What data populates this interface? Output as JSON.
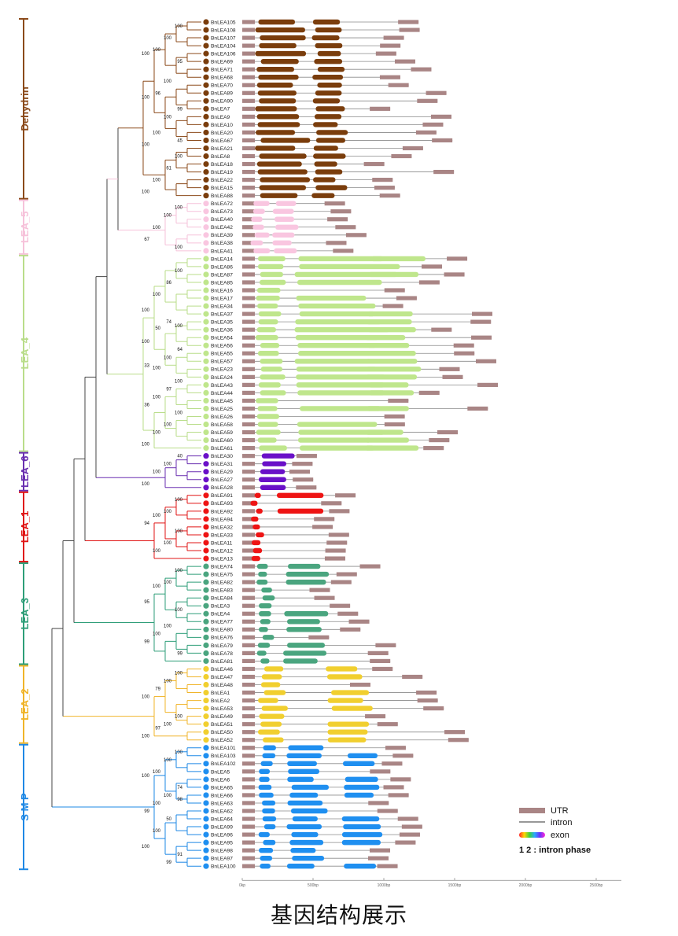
{
  "caption": "基因结构展示",
  "legend": {
    "utr": "UTR",
    "intron": "intron",
    "exon": "exon",
    "phase": "1 2 : intron phase"
  },
  "scale": [
    "0kp",
    "500bp",
    "1000bp",
    "1500bp",
    "2000bp",
    "2500bp"
  ],
  "colors": {
    "utr": "#a98585",
    "intron": "#8a8a8a",
    "tree": "#444444"
  },
  "groups": [
    {
      "name": "Dehydrin",
      "color": "#8b4a1a",
      "exon": "#7a3d0c",
      "genes": [
        "BnLEA105",
        "BnLEA108",
        "BnLEA107",
        "BnLEA104",
        "BnLEA106",
        "BnLEA69",
        "BnLEA71",
        "BnLEA68",
        "BnLEA70",
        "BnLEA89",
        "BnLEA90",
        "BnLEA7",
        "BnLEA9",
        "BnLEA10",
        "BnLEA20",
        "BnLEA67",
        "BnLEA21",
        "BnLEA8",
        "BnLEA18",
        "BnLEA19",
        "BnLEA22",
        "BnLEA15",
        "BnLEA88"
      ],
      "boot": [
        {
          "row": 0.5,
          "v": "100"
        },
        {
          "row": 2,
          "v": "100"
        },
        {
          "row": 3.5,
          "v": "100"
        },
        {
          "row": 4,
          "v": "100"
        },
        {
          "row": 5,
          "v": "95"
        },
        {
          "row": 7.5,
          "v": "100"
        },
        {
          "row": 9,
          "v": "96"
        },
        {
          "row": 9.5,
          "v": "100"
        },
        {
          "row": 11,
          "v": "99"
        },
        {
          "row": 12,
          "v": "100"
        },
        {
          "row": 14,
          "v": "100"
        },
        {
          "row": 15.5,
          "v": "100"
        },
        {
          "row": 17,
          "v": "100"
        },
        {
          "row": 18.5,
          "v": "61"
        },
        {
          "row": 20,
          "v": "100"
        },
        {
          "row": 21.5,
          "v": "100"
        },
        {
          "row": 15,
          "v": "45"
        }
      ]
    },
    {
      "name": "LEA_5",
      "color": "#f6c2da",
      "exon": "#f9c6e0",
      "genes": [
        "BnLEA72",
        "BnLEA73",
        "BnLEA40",
        "BnLEA42",
        "BnLEA39",
        "BnLEA38",
        "BnLEA41"
      ],
      "boot": [
        {
          "row": 0.5,
          "v": "100"
        },
        {
          "row": 1.5,
          "v": "100"
        },
        {
          "row": 3,
          "v": "100"
        },
        {
          "row": 4.5,
          "v": "67"
        },
        {
          "row": 5.5,
          "v": "100"
        }
      ]
    },
    {
      "name": "LEA_4",
      "color": "#b9dd8a",
      "exon": "#bfe68c",
      "genes": [
        "BnLEA14",
        "BnLEA86",
        "BnLEA87",
        "BnLEA85",
        "BnLEA16",
        "BnLEA17",
        "BnLEA34",
        "BnLEA37",
        "BnLEA35",
        "BnLEA36",
        "BnLEA54",
        "BnLEA56",
        "BnLEA55",
        "BnLEA57",
        "BnLEA23",
        "BnLEA24",
        "BnLEA43",
        "BnLEA44",
        "BnLEA45",
        "BnLEA25",
        "BnLEA26",
        "BnLEA58",
        "BnLEA59",
        "BnLEA60",
        "BnLEA61"
      ],
      "boot": [
        {
          "row": 1.5,
          "v": "100"
        },
        {
          "row": 3,
          "v": "86"
        },
        {
          "row": 4.5,
          "v": "100"
        },
        {
          "row": 6.5,
          "v": "100"
        },
        {
          "row": 8.5,
          "v": "100"
        },
        {
          "row": 8,
          "v": "74"
        },
        {
          "row": 8.8,
          "v": "50"
        },
        {
          "row": 10.5,
          "v": "100"
        },
        {
          "row": 11.5,
          "v": "64"
        },
        {
          "row": 12.5,
          "v": "100"
        },
        {
          "row": 13.8,
          "v": "100"
        },
        {
          "row": 13.5,
          "v": "33"
        },
        {
          "row": 15.5,
          "v": "100"
        },
        {
          "row": 16.5,
          "v": "97"
        },
        {
          "row": 17.5,
          "v": "100"
        },
        {
          "row": 18.5,
          "v": "36"
        },
        {
          "row": 19.5,
          "v": "100"
        },
        {
          "row": 21,
          "v": "100"
        },
        {
          "row": 22,
          "v": "100"
        },
        {
          "row": 23.5,
          "v": "100"
        }
      ]
    },
    {
      "name": "LEA_6",
      "color": "#6a2fb0",
      "exon": "#6a10c8",
      "genes": [
        "BnLEA30",
        "BnLEA31",
        "BnLEA29",
        "BnLEA27",
        "BnLEA28"
      ],
      "boot": [
        {
          "row": 0,
          "v": "40"
        },
        {
          "row": 1,
          "v": "100"
        },
        {
          "row": 2,
          "v": "100"
        },
        {
          "row": 3.5,
          "v": "100"
        }
      ]
    },
    {
      "name": "LEA_1",
      "color": "#e01515",
      "exon": "#ee1414",
      "genes": [
        "BnLEA91",
        "BnLEA93",
        "BnLEA92",
        "BnLEA94",
        "BnLEA32",
        "BnLEA33",
        "BnLEA11",
        "BnLEA12",
        "BnLEA13"
      ],
      "boot": [
        {
          "row": 0.5,
          "v": "100"
        },
        {
          "row": 2,
          "v": "100"
        },
        {
          "row": 2.5,
          "v": "100"
        },
        {
          "row": 3.5,
          "v": "94"
        },
        {
          "row": 4.5,
          "v": "100"
        },
        {
          "row": 6,
          "v": "100"
        },
        {
          "row": 7,
          "v": "100"
        }
      ]
    },
    {
      "name": "LEA_3",
      "color": "#2e9e78",
      "exon": "#4aa57f",
      "genes": [
        "BnLEA74",
        "BnLEA75",
        "BnLEA82",
        "BnLEA83",
        "BnLEA84",
        "BnLEA3",
        "BnLEA4",
        "BnLEA77",
        "BnLEA80",
        "BnLEA76",
        "BnLEA79",
        "BnLEA78",
        "BnLEA81"
      ],
      "boot": [
        {
          "row": 0.5,
          "v": "100"
        },
        {
          "row": 2,
          "v": "100"
        },
        {
          "row": 2.5,
          "v": "100"
        },
        {
          "row": 4.5,
          "v": "95"
        },
        {
          "row": 5.5,
          "v": "100"
        },
        {
          "row": 7.5,
          "v": "100"
        },
        {
          "row": 8.5,
          "v": "100"
        },
        {
          "row": 9.5,
          "v": "99"
        },
        {
          "row": 11,
          "v": "99"
        }
      ]
    },
    {
      "name": "LEA_2",
      "color": "#f0b429",
      "exon": "#f1cf2f",
      "genes": [
        "BnLEA46",
        "BnLEA47",
        "BnLEA48",
        "BnLEA1",
        "BnLEA2",
        "BnLEA53",
        "BnLEA49",
        "BnLEA51",
        "BnLEA50",
        "BnLEA52"
      ],
      "boot": [
        {
          "row": 0.5,
          "v": "100"
        },
        {
          "row": 1.5,
          "v": "100"
        },
        {
          "row": 2.5,
          "v": "79"
        },
        {
          "row": 3.5,
          "v": "100"
        },
        {
          "row": 6,
          "v": "100"
        },
        {
          "row": 7,
          "v": "100"
        },
        {
          "row": 7.5,
          "v": "97"
        },
        {
          "row": 8.5,
          "v": "100"
        }
      ]
    },
    {
      "name": "S M P",
      "color": "#1e88e5",
      "exon": "#1f8ff0",
      "genes": [
        "BnLEA101",
        "BnLEA103",
        "BnLEA102",
        "BnLEA5",
        "BnLEA6",
        "BnLEA65",
        "BnLEA66",
        "BnLEA63",
        "BnLEA62",
        "BnLEA64",
        "BnLEA99",
        "BnLEA96",
        "BnLEA95",
        "BnLEA98",
        "BnLEA97",
        "BnLEA100"
      ],
      "boot": [
        {
          "row": 0.5,
          "v": "100"
        },
        {
          "row": 1.5,
          "v": "100"
        },
        {
          "row": 3,
          "v": "100"
        },
        {
          "row": 3.5,
          "v": "100"
        },
        {
          "row": 5,
          "v": "74"
        },
        {
          "row": 6,
          "v": "100"
        },
        {
          "row": 7,
          "v": "100"
        },
        {
          "row": 8,
          "v": "99"
        },
        {
          "row": 6.5,
          "v": "98"
        },
        {
          "row": 9,
          "v": "50"
        },
        {
          "row": 10.5,
          "v": "100"
        },
        {
          "row": 12.5,
          "v": "100"
        },
        {
          "row": 13.5,
          "v": "91"
        },
        {
          "row": 14.5,
          "v": "99"
        }
      ]
    }
  ]
}
